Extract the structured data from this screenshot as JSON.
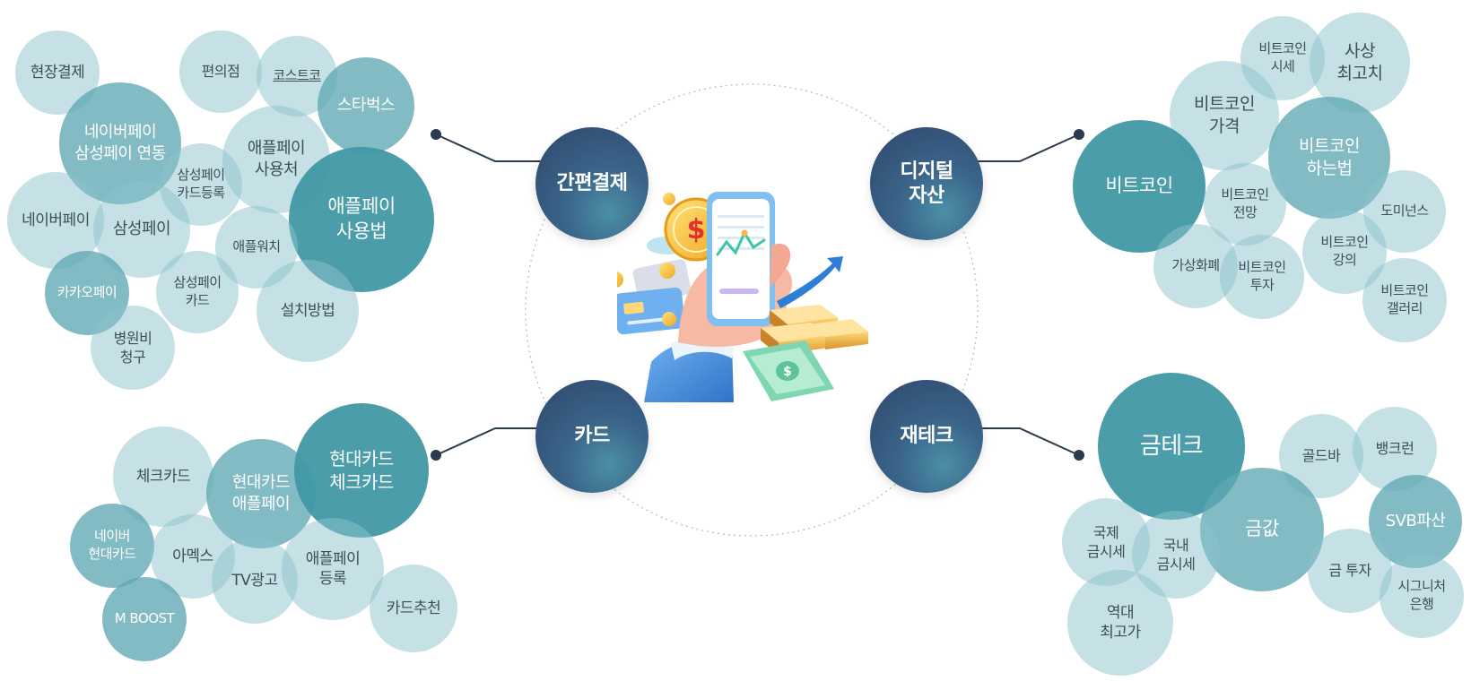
{
  "hubs": [
    {
      "id": "hub-simple-pay",
      "label": "간편결제"
    },
    {
      "id": "hub-digital-asset",
      "label": "디지털\n자산"
    },
    {
      "id": "hub-card",
      "label": "카드"
    },
    {
      "id": "hub-investment",
      "label": "재테크"
    }
  ],
  "bubbles": [
    {
      "label": "현장결제",
      "tone": "light"
    },
    {
      "label": "편의점",
      "tone": "light"
    },
    {
      "label": "코스트코",
      "tone": "light"
    },
    {
      "label": "스타벅스",
      "tone": "mid"
    },
    {
      "label": "네이버페이\n삼성페이 연동",
      "tone": "mid"
    },
    {
      "label": "애플페이\n사용처",
      "tone": "light"
    },
    {
      "label": "삼성페이\n카드등록",
      "tone": "light"
    },
    {
      "label": "네이버페이",
      "tone": "light"
    },
    {
      "label": "삼성페이",
      "tone": "light"
    },
    {
      "label": "애플페이\n사용법",
      "tone": "dark"
    },
    {
      "label": "애플워치",
      "tone": "light"
    },
    {
      "label": "카카오페이",
      "tone": "mid"
    },
    {
      "label": "삼성페이\n카드",
      "tone": "light"
    },
    {
      "label": "설치방법",
      "tone": "light"
    },
    {
      "label": "병원비\n청구",
      "tone": "light"
    },
    {
      "label": "비트코인\n시세",
      "tone": "light"
    },
    {
      "label": "사상\n최고치",
      "tone": "light"
    },
    {
      "label": "비트코인\n가격",
      "tone": "light"
    },
    {
      "label": "비트코인",
      "tone": "dark"
    },
    {
      "label": "비트코인\n하는법",
      "tone": "mid"
    },
    {
      "label": "비트코인\n전망",
      "tone": "light"
    },
    {
      "label": "도미넌스",
      "tone": "light"
    },
    {
      "label": "비트코인\n강의",
      "tone": "light"
    },
    {
      "label": "가상화폐",
      "tone": "light"
    },
    {
      "label": "비트코인\n투자",
      "tone": "light"
    },
    {
      "label": "비트코인\n갤러리",
      "tone": "light"
    },
    {
      "label": "체크카드",
      "tone": "light"
    },
    {
      "label": "현대카드\n애플페이",
      "tone": "mid"
    },
    {
      "label": "현대카드\n체크카드",
      "tone": "dark"
    },
    {
      "label": "네이버\n현대카드",
      "tone": "mid"
    },
    {
      "label": "아멕스",
      "tone": "light"
    },
    {
      "label": "애플페이\n등록",
      "tone": "light"
    },
    {
      "label": "TV광고",
      "tone": "light"
    },
    {
      "label": "카드추천",
      "tone": "light"
    },
    {
      "label": "M BOOST",
      "tone": "mid"
    },
    {
      "label": "금테크",
      "tone": "dark"
    },
    {
      "label": "골드바",
      "tone": "light"
    },
    {
      "label": "뱅크런",
      "tone": "light"
    },
    {
      "label": "금값",
      "tone": "mid"
    },
    {
      "label": "SVB파산",
      "tone": "mid"
    },
    {
      "label": "국제\n금시세",
      "tone": "light"
    },
    {
      "label": "국내\n금시세",
      "tone": "light"
    },
    {
      "label": "금 투자",
      "tone": "light"
    },
    {
      "label": "시그니처\n은행",
      "tone": "light"
    },
    {
      "label": "역대\n최고가",
      "tone": "light"
    }
  ],
  "colors": {
    "hub_dark": "#2f466b",
    "hub_light": "#4b8fa7",
    "bubble_light": "#8cc3cc",
    "bubble_mid": "#60a8b4",
    "bubble_dark": "#4098a4",
    "connector": "#2b3a4c"
  },
  "illustration": {
    "coin_symbol": "$",
    "bill_symbol": "$"
  }
}
